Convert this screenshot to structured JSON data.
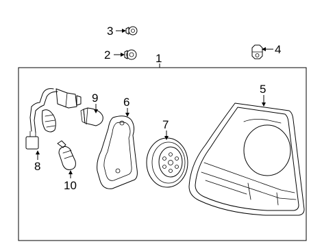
{
  "diagram": {
    "callouts": [
      {
        "id": "1",
        "label": "1"
      },
      {
        "id": "2",
        "label": "2"
      },
      {
        "id": "3",
        "label": "3"
      },
      {
        "id": "4",
        "label": "4"
      },
      {
        "id": "5",
        "label": "5"
      },
      {
        "id": "6",
        "label": "6"
      },
      {
        "id": "7",
        "label": "7"
      },
      {
        "id": "8",
        "label": "8"
      },
      {
        "id": "9",
        "label": "9"
      },
      {
        "id": "10",
        "label": "10"
      }
    ]
  },
  "colors": {
    "line": "#000000",
    "background": "#ffffff"
  }
}
